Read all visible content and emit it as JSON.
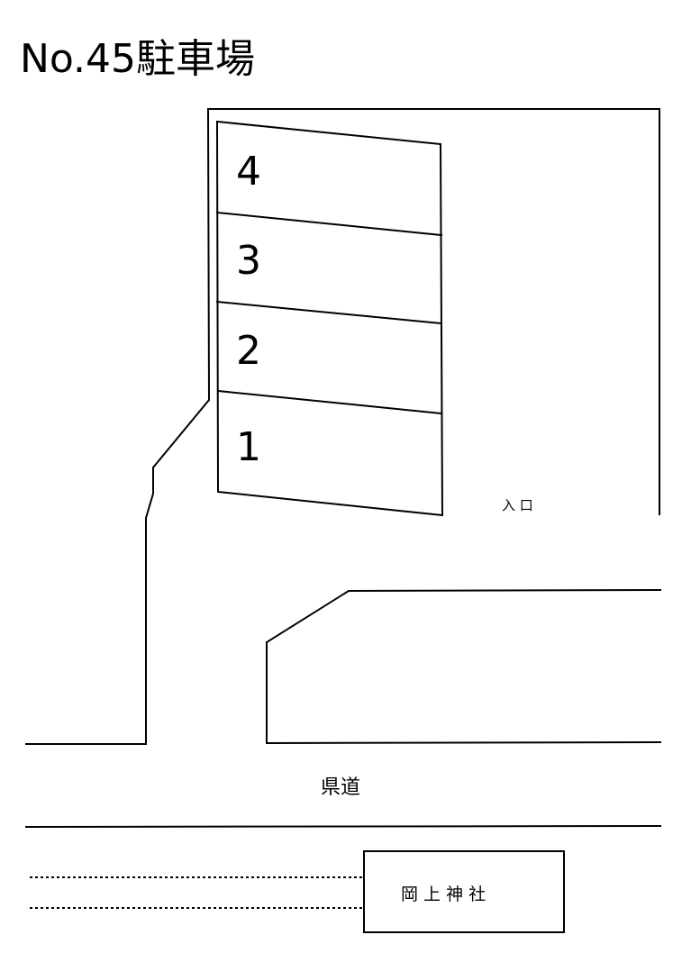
{
  "title": "No.45駐車場",
  "stalls": [
    {
      "number": "4"
    },
    {
      "number": "3"
    },
    {
      "number": "2"
    },
    {
      "number": "1"
    }
  ],
  "labels": {
    "entrance": "入 口",
    "road": "県道",
    "shrine": "岡 上 神 社"
  },
  "colors": {
    "line": "#000000",
    "background": "#ffffff"
  }
}
